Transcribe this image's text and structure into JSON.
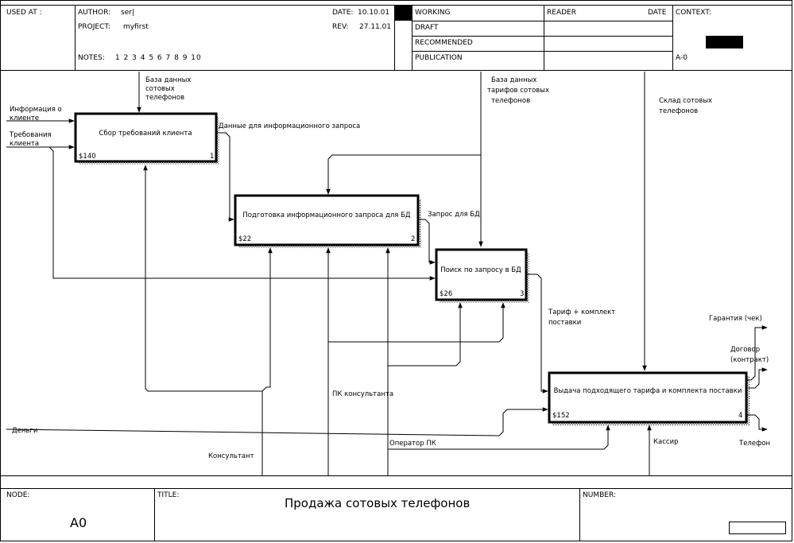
{
  "header": {
    "used_at": "USED AT :",
    "author_label": "AUTHOR:",
    "author_value": "ser|",
    "project_label": "PROJECT:",
    "project_value": "myfirst",
    "notes_label": "NOTES:",
    "notes_value": "1 2 3 4 5 6 7 8 9 10",
    "date_label": "DATE:",
    "date_value": "10.10.01",
    "rev_label": "REV:",
    "rev_value": "27.11.01",
    "status": [
      "WORKING",
      "DRAFT",
      "RECOMMENDED",
      "PUBLICATION"
    ],
    "reader_label": "READER",
    "reader_date_label": "DATE",
    "context_label": "CONTEXT:",
    "context_node": "A-0"
  },
  "footer": {
    "node_label": "NODE:",
    "node_value": "A0",
    "title_label": "TITLE:",
    "title_value": "Продажа сотовых телефонов",
    "number_label": "NUMBER:"
  },
  "diagram": {
    "boxes": [
      {
        "label": "Сбор требований клиента",
        "cost": "$140",
        "num": "1"
      },
      {
        "label": "Подготовка информационного запроса для БД",
        "cost": "$22",
        "num": "2"
      },
      {
        "label": "Поиск по запросу в БД",
        "cost": "$26",
        "num": "3"
      },
      {
        "label": "Выдача подходящего тарифа и комплекта поставки",
        "cost": "$152",
        "num": "4"
      }
    ],
    "arrow_labels": {
      "db_phones": [
        "База данных",
        "сотовых",
        "телефонов"
      ],
      "client_info": [
        "Информация о",
        "клиенте"
      ],
      "client_req": [
        "Требования",
        "клиента"
      ],
      "request_data": "Данные для информационного запроса",
      "db_tariffs": [
        "База данных",
        "тарифов сотовых",
        "телефонов"
      ],
      "warehouse": [
        "Склад сотовых",
        "телефонов"
      ],
      "db_query": "Запрос для БД",
      "tariff_kit": [
        "Тариф + комплект",
        "поставки"
      ],
      "warranty": "Гарантия (чек)",
      "contract": [
        "Договор",
        "(контракт)"
      ],
      "pc_consultant": "ПК консультанта",
      "money": "Деньги",
      "pc_operator": "Оператор ПК",
      "consultant": "Консультант",
      "cashier": "Кассир",
      "phone": "Телефон"
    }
  }
}
